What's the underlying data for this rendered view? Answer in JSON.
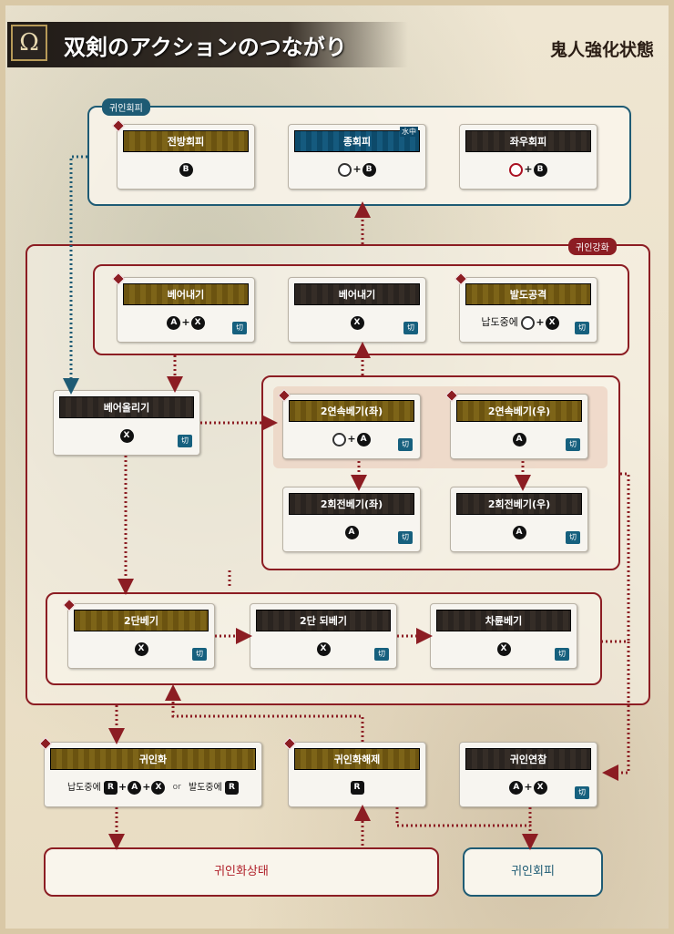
{
  "header": {
    "icon": "Ω",
    "title": "双剣のアクションのつながり",
    "state": "鬼人強化状態"
  },
  "groups": {
    "evade_tag": "귀인회피",
    "enhance_tag": "귀인강화"
  },
  "cards": {
    "front_evade": {
      "label": "전방회피",
      "btn": "B"
    },
    "vertical_evade": {
      "label": "종회피",
      "water": "水中",
      "btn": "B"
    },
    "side_evade": {
      "label": "좌우회피",
      "btn": "B"
    },
    "slash_out_left": {
      "label": "베어내기",
      "btn1": "A",
      "btn2": "X"
    },
    "slash_out_center": {
      "label": "베어내기",
      "btn": "X"
    },
    "draw_attack": {
      "label": "발도공격",
      "prefix": "납도중에",
      "btn": "X"
    },
    "upslash": {
      "label": "베어올리기",
      "btn": "X"
    },
    "double_left": {
      "label": "2연속베기(좌)",
      "btn": "A"
    },
    "double_right": {
      "label": "2연속베기(우)",
      "btn": "A"
    },
    "spin_left": {
      "label": "2회전베기(좌)",
      "btn": "A"
    },
    "spin_right": {
      "label": "2회전베기(우)",
      "btn": "A"
    },
    "two_slash": {
      "label": "2단베기",
      "btn": "X"
    },
    "two_back": {
      "label": "2단 되베기",
      "btn": "X"
    },
    "wheel": {
      "label": "차륜베기",
      "btn": "X"
    },
    "demonize": {
      "label": "귀인화",
      "prefix": "납도중에",
      "r": "R",
      "a": "A",
      "x": "X",
      "or": "or",
      "prefix2": "발도중에"
    },
    "demonize_off": {
      "label": "귀인화해제",
      "btn": "R"
    },
    "demon_combo": {
      "label": "귀인연참",
      "btn1": "A",
      "btn2": "X"
    }
  },
  "cut_label": "切",
  "plus": "+",
  "states": {
    "demon_state": "귀인화상태",
    "demon_evade": "귀인회피"
  },
  "colors": {
    "red": "#8c1d23",
    "blue": "#1e5b74",
    "gold": "#6b5310",
    "dark": "#2a2420"
  }
}
